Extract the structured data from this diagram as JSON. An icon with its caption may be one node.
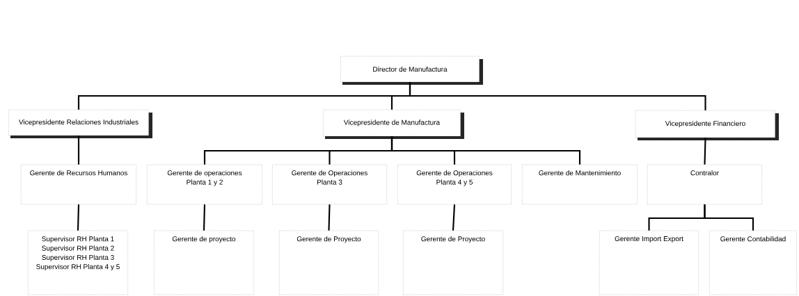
{
  "diagram": {
    "nodes": [
      {
        "text": [
          "Director de Manufactura"
        ]
      },
      {
        "text": [
          "Vicepresidente Relaciones Industriales"
        ]
      },
      {
        "text": [
          "Vicepresidente de Manufactura"
        ]
      },
      {
        "text": [
          "Vicepresidente Financiero"
        ]
      },
      {
        "text": [
          "Gerente de Recursos Humanos"
        ]
      },
      {
        "text": [
          "Gerente de operaciones",
          "Planta 1 y 2"
        ]
      },
      {
        "text": [
          "Gerente de Operaciones",
          "Planta 3"
        ]
      },
      {
        "text": [
          "Gerente de Operaciones",
          "Planta 4 y 5"
        ]
      },
      {
        "text": [
          "Gerente de Mantenimiento"
        ]
      },
      {
        "text": [
          "Contralor"
        ]
      },
      {
        "text": [
          "Supervisor RH Planta 1",
          "Supervisor RH Planta 2",
          "Supervisor RH Planta 3",
          "Supervisor RH Planta 4 y 5"
        ]
      },
      {
        "text": [
          "Gerente de proyecto"
        ]
      },
      {
        "text": [
          "Gerente de Proyecto"
        ]
      },
      {
        "text": [
          "Gerente de Proyecto"
        ]
      },
      {
        "text": [
          "Gerente Import Export"
        ]
      },
      {
        "text": [
          "Gerente Contabilidad"
        ]
      }
    ],
    "edges": [
      {
        "from": 0,
        "to": 1,
        "arrow": "none"
      },
      {
        "from": 0,
        "to": 2,
        "arrow": "none"
      },
      {
        "from": 0,
        "to": 3,
        "arrow": "none"
      },
      {
        "from": 1,
        "to": 4,
        "arrow": "none"
      },
      {
        "from": 2,
        "to": 5,
        "arrow": "none"
      },
      {
        "from": 2,
        "to": 6,
        "arrow": "none"
      },
      {
        "from": 2,
        "to": 7,
        "arrow": "none"
      },
      {
        "from": 2,
        "to": 8,
        "arrow": "none"
      },
      {
        "from": 3,
        "to": 9,
        "arrow": "none"
      },
      {
        "from": 4,
        "to": 10,
        "arrow": "none"
      },
      {
        "from": 5,
        "to": 11,
        "arrow": "none"
      },
      {
        "from": 6,
        "to": 12,
        "arrow": "none"
      },
      {
        "from": 7,
        "to": 13,
        "arrow": "none"
      },
      {
        "from": 9,
        "to": 14,
        "arrow": "none"
      },
      {
        "from": 9,
        "to": 15,
        "arrow": "none"
      }
    ]
  }
}
